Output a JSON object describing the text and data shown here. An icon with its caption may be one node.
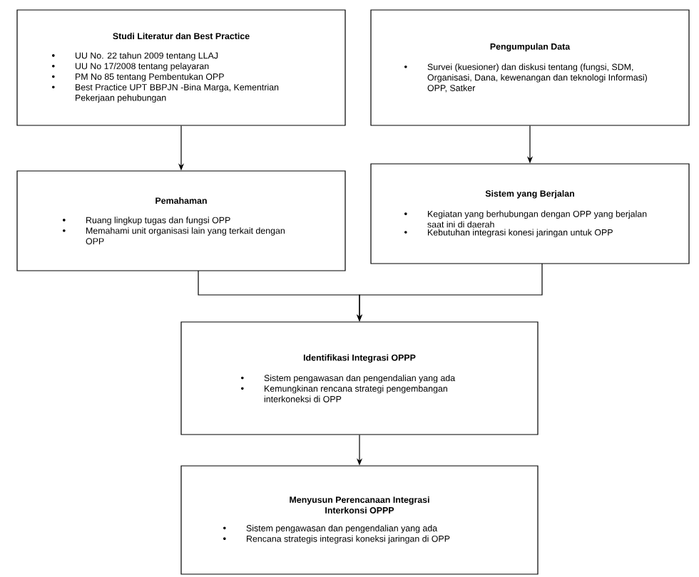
{
  "diagram": {
    "nodes": [
      {
        "text": [
          "Studi Literatur dan Best Practice",
          "UU No. 22 tahun 2009 tentang LLAJ",
          "UU No 17/2008 tentang pelayaran",
          "PM No 85 tentang Pembentukan OPP",
          "Best Practice UPT BBPJN -Bina  Marga, Kementrian Pekerjaan pehubungan"
        ]
      },
      {
        "text": [
          "Pengumpulan Data",
          "Survei (kuesioner) dan diskusi tentang (fungsi, SDM, Organisasi, Dana, kewenangan dan teknologi Informasi) OPP, Satker"
        ]
      },
      {
        "text": [
          "Pemahaman",
          "Ruang lingkup tugas dan fungsi  OPP",
          "Memahami unit organisasi lain yang terkait dengan  OPP"
        ]
      },
      {
        "text": [
          "Sistem yang Berjalan",
          "Kegiatan yang berhubungan dengan  OPP yang berjalan saat ini di daerah",
          "Kebutuhan integrasi konesi jaringan untuk  OPP"
        ]
      },
      {
        "text": [
          "Identifikasi  Integrasi OPPP",
          "Sistem pengawasan dan pengendalian yang ada",
          "Kemungkinan rencana strategi pengembangan interkoneksi di OPP"
        ]
      },
      {
        "text": [
          "Menyusun Perencanaan Integrasi Interkonsi OPPP",
          "Sistem pengawasan dan pengendalian yang ada",
          "Rencana strategis integrasi koneksi jaringan di OPP"
        ]
      }
    ],
    "edges": [
      {
        "from": 0,
        "to": 2,
        "arrow": "to"
      },
      {
        "from": 1,
        "to": 3,
        "arrow": "to"
      },
      {
        "from": 2,
        "to": 4,
        "arrow": "to"
      },
      {
        "from": 3,
        "to": 4,
        "arrow": "to"
      },
      {
        "from": 4,
        "to": 5,
        "arrow": "to"
      }
    ]
  }
}
